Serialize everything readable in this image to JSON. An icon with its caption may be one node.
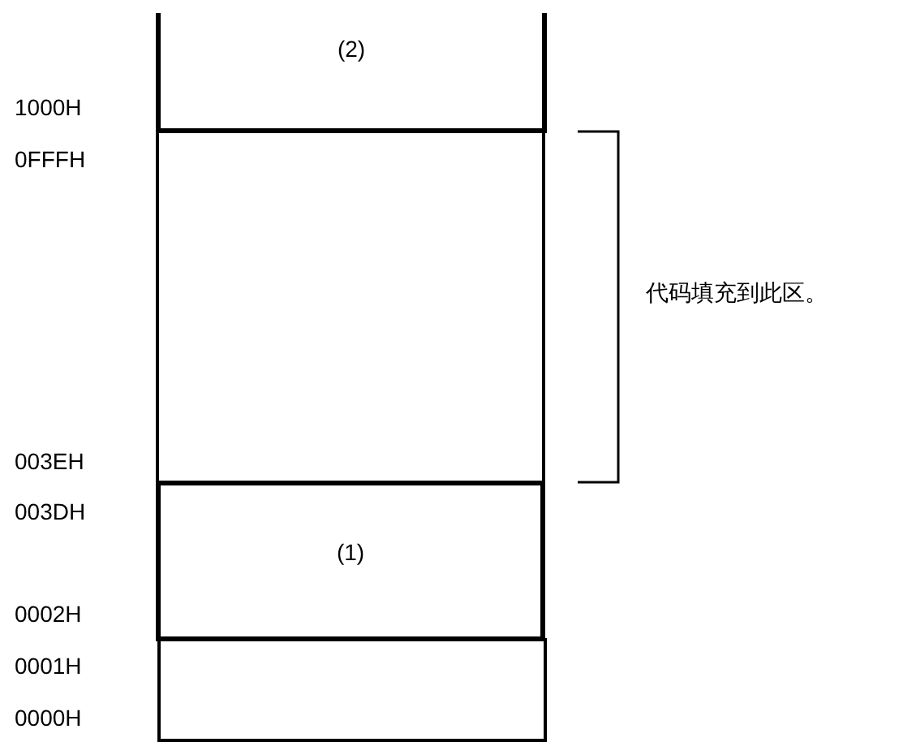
{
  "diagram": {
    "nodes": [
      {
        "text": [
          "(2)"
        ]
      },
      {
        "text": [],
        "shape": "box"
      },
      {
        "text": [
          "(1)"
        ]
      },
      {
        "text": [],
        "shape": "box"
      }
    ],
    "labels": [
      "1000H",
      "0FFFH",
      "代码填充到此区。",
      "003EH",
      "003DH",
      "0002H",
      "0001H",
      "0000H"
    ]
  }
}
